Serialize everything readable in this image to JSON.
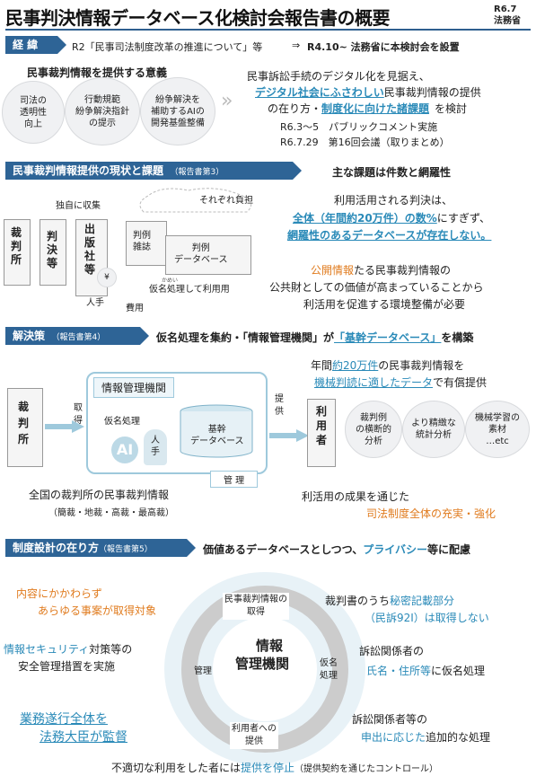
{
  "header": {
    "title": "民事判決情報データベース化検討会報告書の概要",
    "date": "R6.7",
    "org": "法務省"
  },
  "s1": {
    "heading": "経 緯",
    "lead": "R2「民事司法制度改革の推進について」等",
    "lead_arrow": "⇒",
    "lead2": "R4.10~ 法務省に本検討会を設置",
    "sig_title": "民事裁判情報を提供する意義",
    "circles": [
      "司法の\n透明性\n向上",
      "行動規範\n紛争解決指針\nの提示",
      "紛争解決を\n補助するAIの\n開発基盤整備"
    ],
    "right1": "民事訴訟手続のデジタル化を見据え、",
    "right2a": "デジタル社会にふさわしい",
    "right2b": "民事裁判情報の提供",
    "right3a": "の在り方・",
    "right3b": "制度化に向けた諸課題",
    "right3c": "を検討",
    "d1": "R6.3～5　パブリックコメント実施",
    "d2": "R6.7.29　第16回会議（取りまとめ）"
  },
  "s2": {
    "heading": "民事裁判情報提供の現状と課題",
    "ref": "（報告書第3）",
    "issue_title": "主な課題は件数と網羅性",
    "label_collect": "独自に収集",
    "label_burden": "それぞれ負担",
    "court": "裁\n判\n所",
    "judgment": "判\n決\n等",
    "publisher": "出\n版\n社\n等",
    "hanrei": "判例\n雑誌",
    "db": "判例\nデータベース",
    "kamei": "仮名処理して利用用",
    "kamei_ruby": "かめい",
    "people": "人手",
    "cost": "費用",
    "p1": "利用活用される判決は、",
    "p2a": "全体（年間約20万件）の数%",
    "p2b": "にすぎず、",
    "p3": "網羅性のあるデータベースが存在しない。",
    "p4a": "公開情報",
    "p4b": "たる民事裁判情報の",
    "p5": "公共財としての価値が高まっていることから",
    "p6": "利活用を促進する環境整備が必要"
  },
  "s3": {
    "heading": "解決策",
    "ref": "（報告書第4）",
    "lead1": "仮名処理を集約・「情報管理機関」が",
    "lead2": "「基幹データベース」",
    "lead3": "を構築",
    "org": "情報管理機関",
    "kamei": "仮名処理",
    "ai": "AI",
    "human": "人\n手",
    "db": "基幹\nデータベース",
    "manage": "管 理",
    "court": "裁\n判\n所",
    "acquire": "取\n得",
    "provide": "提\n供",
    "user": "利\n用\n者",
    "r1a": "年間",
    "r1b": "約20万件",
    "r1c": "の民事裁判情報を",
    "r2a": "機械判読に適したデータ",
    "r2b": "で有償提供",
    "c1": "裁判例\nの横断的\n分析",
    "c2": "より精緻な\n統計分析",
    "c3": "機械学習の\n素材\n…etc",
    "bottom1": "全国の裁判所の民事裁判情報",
    "bottom2": "（簡裁・地裁・高裁・最高裁）",
    "result1": "利活用の成果を通じた",
    "result2": "司法制度全体の充実・強化"
  },
  "s4": {
    "heading": "制度設計の在り方",
    "ref": "（報告書第5）",
    "lead1": "価値あるデータベースとしつつ、",
    "lead2": "プライバシー",
    "lead3": "等に配慮",
    "l1": "内容にかかわらず",
    "l2": "あらゆる事案が取得対象",
    "l3a": "情報セキュリティ",
    "l3b": "対策等の",
    "l4": "安全管理措置を実施",
    "l5": "業務遂行全体を",
    "l6": "法務大臣が監督",
    "center1": "情報",
    "center2": "管理機関",
    "ring_top": "民事裁判情報の\n取得",
    "ring_left": "管理",
    "ring_right": "仮名\n処理",
    "ring_bottom": "利用者への\n提供",
    "r1a": "裁判書のうち",
    "r1b": "秘密記載部分",
    "r2": "（民訴92Ⅰ）は取得しない",
    "r3": "訴訟関係者の",
    "r4a": "氏名・住所等",
    "r4b": "に仮名処理",
    "r5": "訴訟関係者等の",
    "r6a": "申出に応じた",
    "r6b": "追加的な処理",
    "b1": "不適切な利用をした者には",
    "b2": "提供を停止",
    "b3": "（提供契約を通じたコントロール）"
  },
  "colors": {
    "primary": "#2e6496",
    "accent": "#2a8ab8",
    "orange": "#e07b1e"
  }
}
